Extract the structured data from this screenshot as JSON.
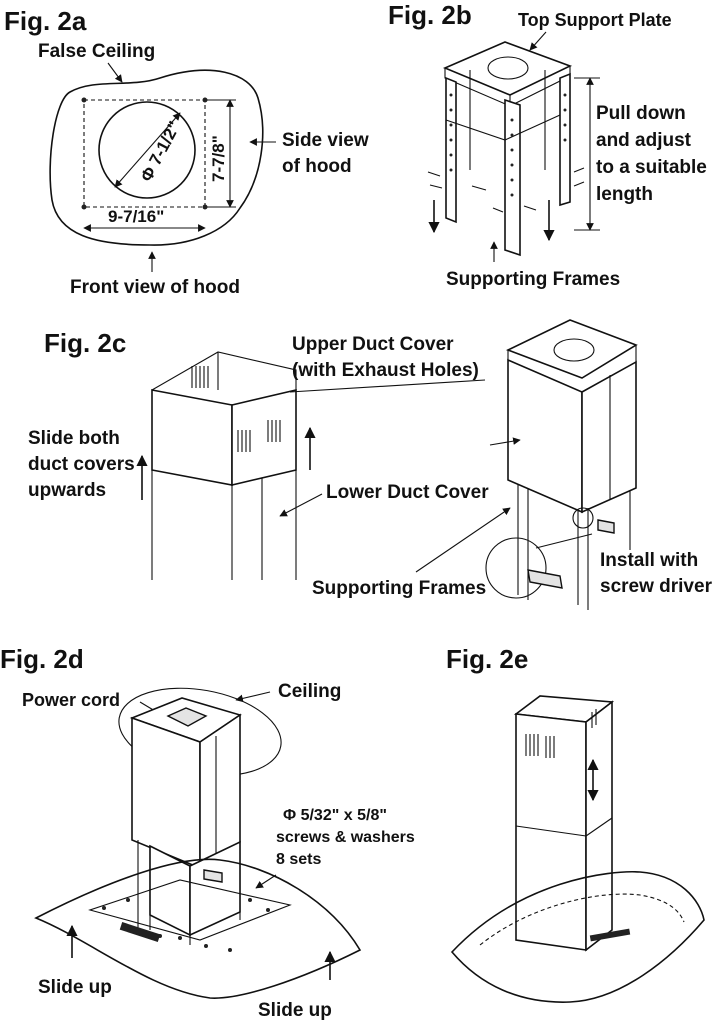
{
  "fig2a": {
    "title": "Fig. 2a",
    "false_ceiling": "False Ceiling",
    "diameter": "Φ 7-1/2\"",
    "height_dim": "7-7/8\"",
    "width_dim": "9-7/16\"",
    "side_view_line1": "Side view",
    "side_view_line2": "of hood",
    "front_view": "Front view of hood"
  },
  "fig2b": {
    "title": "Fig. 2b",
    "top_plate": "Top Support Plate",
    "pull_line1": "Pull down",
    "pull_line2": "and adjust",
    "pull_line3": "to a suitable",
    "pull_line4": "length",
    "frames": "Supporting Frames"
  },
  "fig2c": {
    "title": "Fig. 2c",
    "upper_line1": "Upper Duct Cover",
    "upper_line2": "(with Exhaust Holes)",
    "slide_line1": "Slide both",
    "slide_line2": "duct covers",
    "slide_line3": "upwards",
    "lower_cover": "Lower Duct Cover",
    "frames": "Supporting Frames",
    "install_line1": "Install with",
    "install_line2": "screw driver"
  },
  "fig2d": {
    "title": "Fig. 2d",
    "power_cord": "Power cord",
    "ceiling": "Ceiling",
    "screws_line1": "Φ 5/32\" x 5/8\"",
    "screws_line2": "screws & washers",
    "screws_line3": "8 sets",
    "slide_up_left": "Slide up",
    "slide_up_right": "Slide up"
  },
  "fig2e": {
    "title": "Fig. 2e"
  }
}
